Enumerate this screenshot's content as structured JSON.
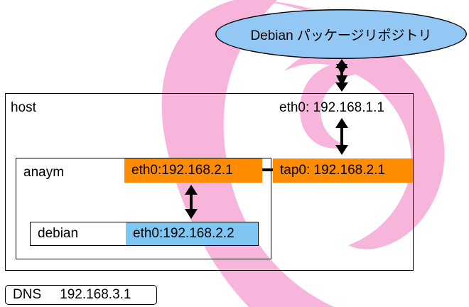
{
  "colors": {
    "swirl": "#f7b5dc",
    "repo_fill": "#94c8f4",
    "orange": "#ff8c00",
    "blue_cell": "#7fc6f2"
  },
  "repo": {
    "label": "Debian パッケージリポジトリ"
  },
  "host": {
    "label": "host",
    "eth0": "eth0: 192.168.1.1",
    "tap0": "tap0: 192.168.2.1"
  },
  "anaym": {
    "label": "anaym",
    "eth0": "eth0:192.168.2.1"
  },
  "debian": {
    "label": "debian",
    "eth0": "eth0:192.168.2.2"
  },
  "dns": {
    "label": "DNS",
    "ip": "192.168.3.1"
  }
}
